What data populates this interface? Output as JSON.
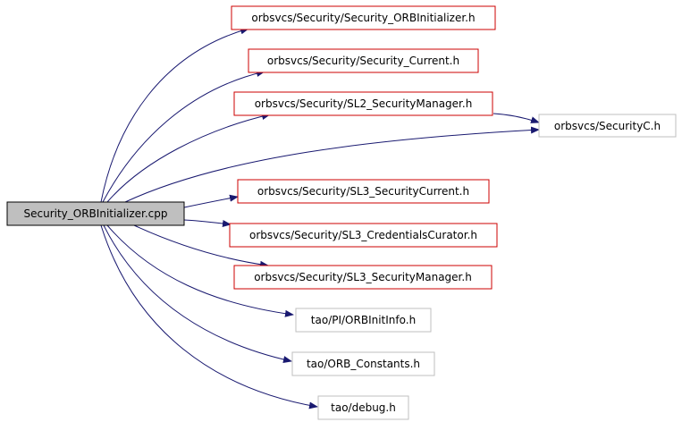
{
  "graph": {
    "colors": {
      "edge": "#191970",
      "root_fill": "#bfbfbf",
      "root_border": "#000000",
      "documented_border": "#cc0000",
      "undocumented_border": "#bfbfbf",
      "background": "#ffffff"
    },
    "root": {
      "label": "Security_ORBInitializer.cpp"
    },
    "nodes": [
      {
        "id": "sec-orbinit-h",
        "label": "orbsvcs/Security/Security_ORBInitializer.h",
        "kind": "documented"
      },
      {
        "id": "sec-current-h",
        "label": "orbsvcs/Security/Security_Current.h",
        "kind": "documented"
      },
      {
        "id": "sl2-secmgr-h",
        "label": "orbsvcs/Security/SL2_SecurityManager.h",
        "kind": "documented"
      },
      {
        "id": "securityc-h",
        "label": "orbsvcs/SecurityC.h",
        "kind": "undocumented"
      },
      {
        "id": "sl3-current-h",
        "label": "orbsvcs/Security/SL3_SecurityCurrent.h",
        "kind": "documented"
      },
      {
        "id": "sl3-credcurator-h",
        "label": "orbsvcs/Security/SL3_CredentialsCurator.h",
        "kind": "documented"
      },
      {
        "id": "sl3-secmgr-h",
        "label": "orbsvcs/Security/SL3_SecurityManager.h",
        "kind": "documented"
      },
      {
        "id": "orbinitinfo-h",
        "label": "tao/PI/ORBInitInfo.h",
        "kind": "undocumented"
      },
      {
        "id": "orb-constants-h",
        "label": "tao/ORB_Constants.h",
        "kind": "undocumented"
      },
      {
        "id": "debug-h",
        "label": "tao/debug.h",
        "kind": "undocumented"
      }
    ]
  }
}
